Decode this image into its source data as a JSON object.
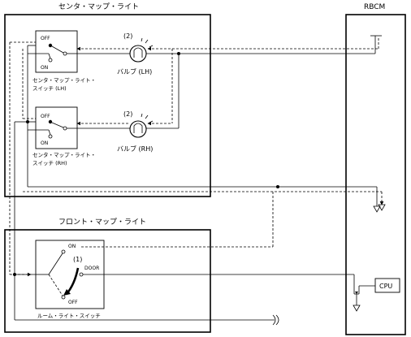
{
  "title_center_map_light": "センタ・マップ・ライト",
  "title_front_map_light": "フロント・マップ・ライト",
  "title_rbcm": "RBCM",
  "switch_lh": {
    "off_label": "OFF",
    "on_label": "ON",
    "caption_line1": "センタ・マップ・ライト・",
    "caption_line2": "スイッチ (LH)"
  },
  "switch_rh": {
    "off_label": "OFF",
    "on_label": "ON",
    "caption_line1": "センタ・マップ・ライト・",
    "caption_line2": "スイッチ (RH)"
  },
  "bulb_lh": {
    "ref": "(2)",
    "label": "バルブ (LH)"
  },
  "bulb_rh": {
    "ref": "(2)",
    "label": "バルブ (RH)"
  },
  "room_switch": {
    "on_label": "ON",
    "off_label": "OFF",
    "door_label": "DOOR",
    "ref": "(1)",
    "caption": "ルーム・ライト・スイッチ"
  },
  "cpu_label": "CPU"
}
